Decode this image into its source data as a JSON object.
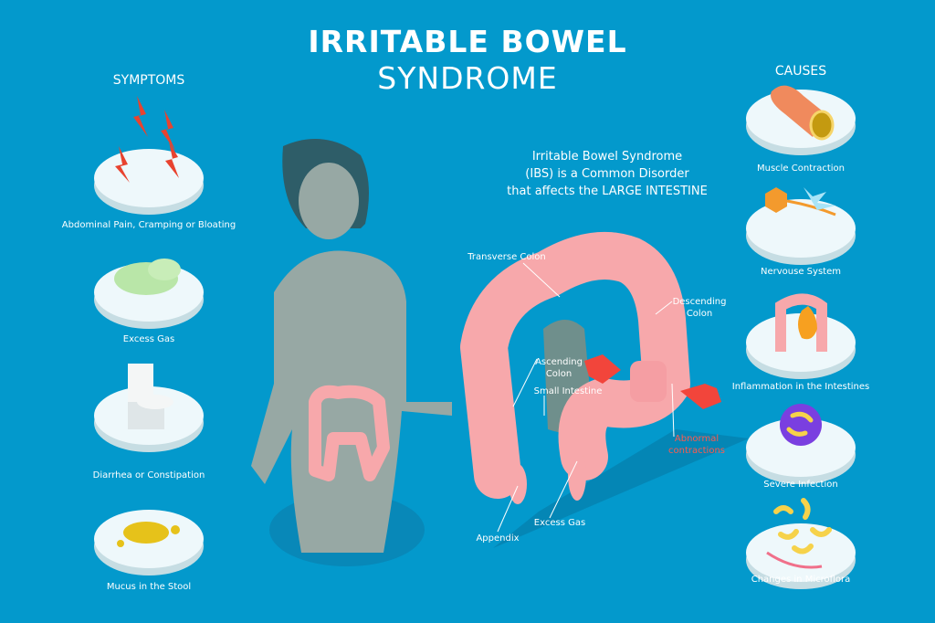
{
  "title": {
    "line1": "IRRITABLE BOWEL",
    "line2": "SYNDROME"
  },
  "subtitle": {
    "line1": "Irritable Bowel Syndrome",
    "line2": "(IBS) is a Common Disorder",
    "line3": "that affects the LARGE INTESTINE"
  },
  "symptoms": {
    "heading": "SYMPTOMS",
    "items": [
      {
        "label": "Abdominal Pain, Cramping or Bloating",
        "icon": "lightning-bolts-icon"
      },
      {
        "label": "Excess Gas",
        "icon": "gas-cloud-icon"
      },
      {
        "label": "Diarrhea or Constipation",
        "icon": "toilet-icon"
      },
      {
        "label": "Mucus in the Stool",
        "icon": "mucus-splat-icon"
      }
    ]
  },
  "causes": {
    "heading": "CAUSES",
    "items": [
      {
        "label": "Muscle Contraction",
        "icon": "muscle-tube-icon"
      },
      {
        "label": "Nervouse System",
        "icon": "neuron-icon"
      },
      {
        "label": "Inflammation in the Intestines",
        "icon": "inflamed-intestine-icon"
      },
      {
        "label": "Severe Infection",
        "icon": "bacteria-cell-icon"
      },
      {
        "label": "Changes in Microflora",
        "icon": "microflora-icon"
      }
    ]
  },
  "colon_labels": {
    "transverse": "Transverse Colon",
    "descending_1": "Descending",
    "descending_2": "Colon",
    "ascending_1": "Ascending",
    "ascending_2": "Colon",
    "small_intestine": "Small Intestine",
    "abnormal_1": "Abnormal",
    "abnormal_2": "contractions",
    "excess_gas": "Excess Gas",
    "appendix": "Appendix"
  },
  "colors": {
    "background": "#0399cc",
    "colon": "#f7a8ab",
    "alert": "#ff5a4e",
    "plate": "#eef8fb"
  }
}
